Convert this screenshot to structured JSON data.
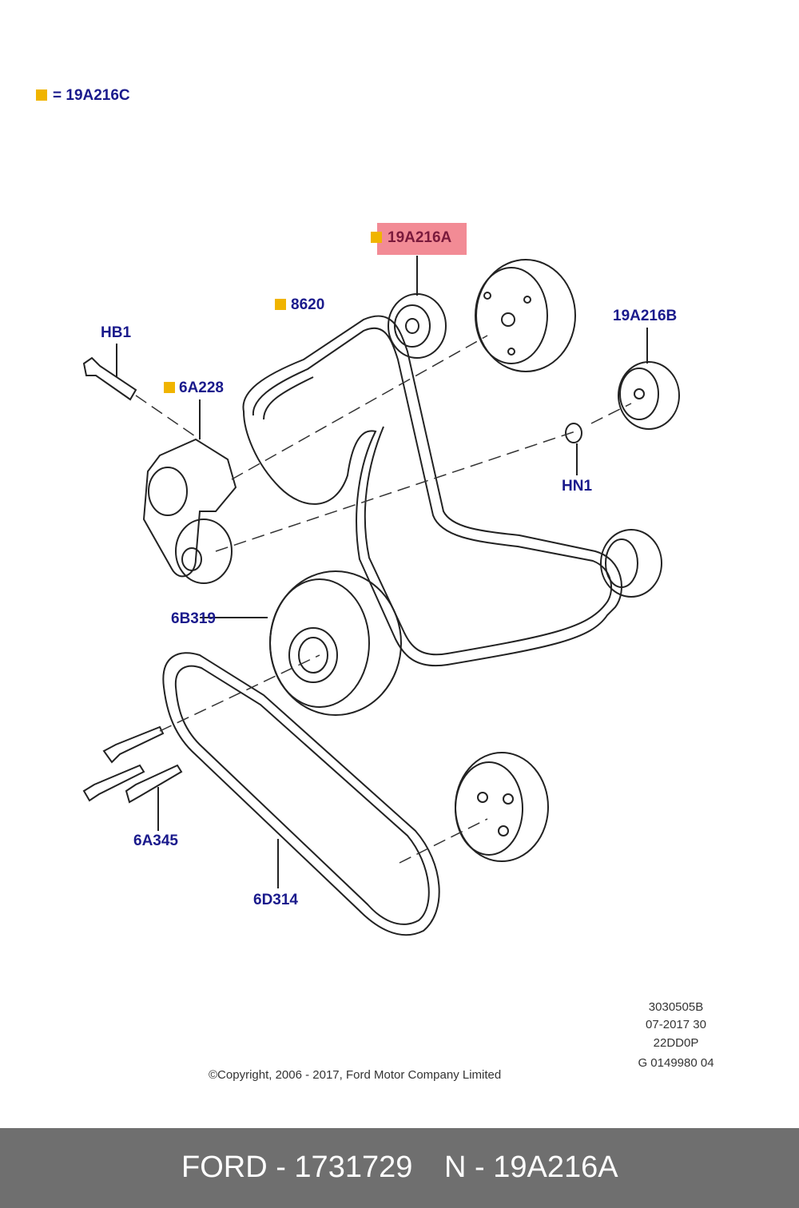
{
  "colors": {
    "label": "#1a1a8c",
    "marker": "#f0b400",
    "highlight": "#f28b95",
    "line": "#222222",
    "footer_bg": "#6f6f6f",
    "footer_text": "#ffffff"
  },
  "legend": {
    "marker_icon": "orange-square-icon",
    "text": "= 19A216C"
  },
  "callouts": {
    "p19A216A": "19A216A",
    "p8620": "8620",
    "pHB1": "HB1",
    "p6A228": "6A228",
    "p19A216B": "19A216B",
    "pHN1": "HN1",
    "p6B319": "6B319",
    "p6A345": "6A345",
    "p6D314": "6D314"
  },
  "drawing_info": [
    "3030505B",
    "07-2017 30",
    "22DD0P",
    "G 0149980 04"
  ],
  "copyright": "©Copyright, 2006 - 2017, Ford Motor Company Limited",
  "footer": {
    "part": "FORD - 1731729",
    "ref": "N - 19A216A"
  }
}
